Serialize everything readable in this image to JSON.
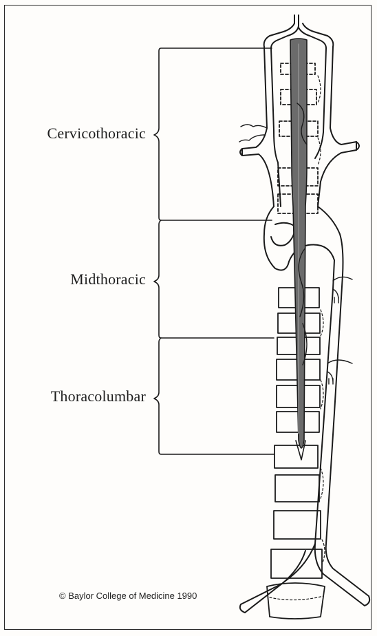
{
  "regions": {
    "cervicothoracic": "Cervicothoracic",
    "midthoracic": "Midthoracic",
    "thoracolumbar": "Thoracolumbar"
  },
  "copyright": "© Baylor College of Medicine 1990",
  "colors": {
    "line": "#1a1a1a",
    "cord": "#6b6b6b",
    "paper": "#fefdfb"
  }
}
